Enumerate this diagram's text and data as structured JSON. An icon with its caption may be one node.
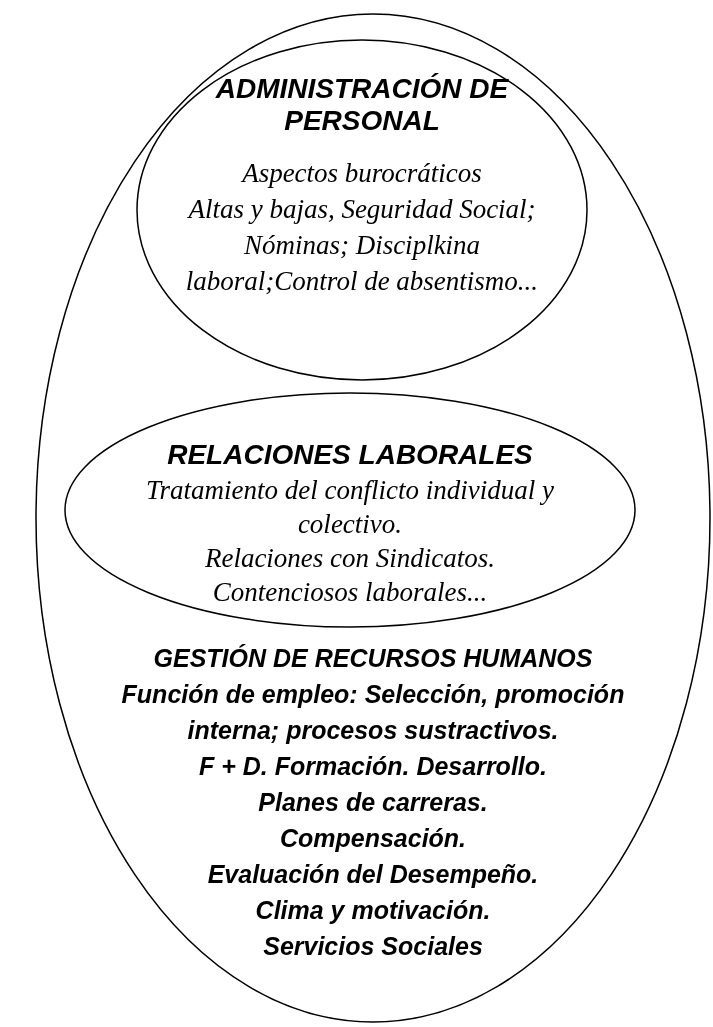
{
  "diagram": {
    "nodes": [
      {
        "text": [
          "GESTIÓN DE RECURSOS HUMANOS",
          "Función de empleo: Selección, promoción interna; procesos sustractivos.",
          "F + D. Formación. Desarrollo.",
          "Planes de carreras.",
          "Compensación.",
          "Evaluación del Desempeño.",
          "Clima y motivación.",
          "Servicios Sociales"
        ]
      },
      {
        "text": [
          "ADMINISTRACIÓN DE PERSONAL",
          "Aspectos burocráticos",
          "Altas y bajas, Seguridad Social; Nóminas; Disciplkina laboral;Control de absentismo..."
        ],
        "in": 0
      },
      {
        "text": [
          "RELACIONES LABORALES",
          "Tratamiento del conflicto individual y colectivo.",
          "Relaciones con Sindicatos.",
          "Contenciosos laborales..."
        ],
        "in": 0
      }
    ]
  }
}
